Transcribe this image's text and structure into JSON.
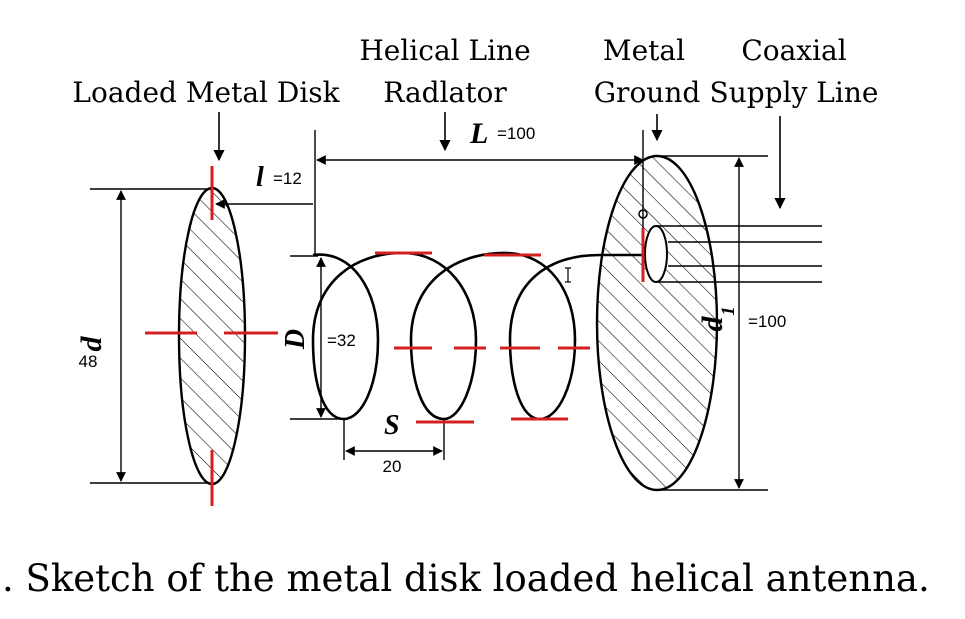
{
  "labels": {
    "loaded_metal_disk": "Loaded Metal Disk",
    "helical_line_1": "Helical Line",
    "helical_line_2": "Radlator",
    "metal_ground_1": "Metal",
    "metal_ground_2": "Ground",
    "coaxial_1": "Coaxial",
    "coaxial_2": "Supply Line"
  },
  "dimensions": {
    "L_symbol": "L",
    "L_value": "=100",
    "l_symbol": "l",
    "l_value": "=12",
    "d_symbol": "d",
    "d_value": "48",
    "D_symbol": "D",
    "D_value": "=32",
    "S_symbol": "S",
    "S_value": "20",
    "d1_symbol": "d",
    "d1_subscript": "1",
    "d1_value": "=100"
  },
  "caption": ". Sketch of the metal disk loaded helical antenna.",
  "colors": {
    "line": "#000000",
    "marker": "#d42020"
  }
}
